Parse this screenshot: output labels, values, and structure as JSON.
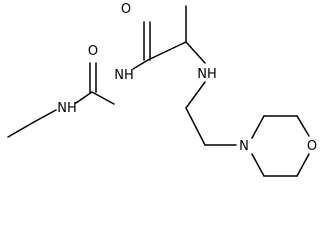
{
  "structure": {
    "labels": {
      "urea_oxygen": "O",
      "urea_nh_left": "NH",
      "urea_nh_right": "NH",
      "amide_oxygen": "O",
      "amine_nh": "NH",
      "morpholine_nitrogen": "N",
      "morpholine_oxygen": "O"
    },
    "colors": {
      "bond": "#000000",
      "text": "#000000",
      "background": "#ffffff"
    }
  }
}
